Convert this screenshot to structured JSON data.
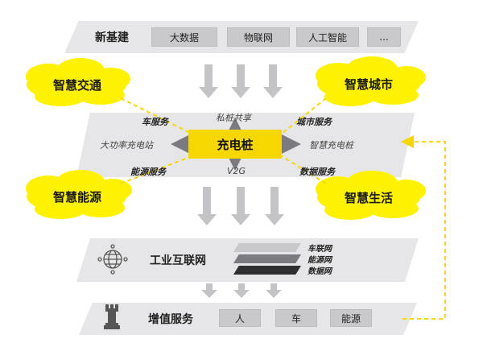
{
  "top": {
    "title": "新基建",
    "items": [
      "大数据",
      "物联网",
      "人工智能",
      "..."
    ]
  },
  "clouds": {
    "traffic": "智慧交通",
    "city": "智慧城市",
    "energy": "智慧能源",
    "life": "智慧生活"
  },
  "hub": {
    "center": "充电桩",
    "top_label": "私桩共享",
    "bottom_label": "V2G",
    "left_label": "大功率充电站",
    "right_label": "智慧充电桩",
    "car_service": "车服务",
    "city_service": "城市服务",
    "energy_service": "能源服务",
    "data_service": "数据服务"
  },
  "industrial": {
    "title": "工业互联网",
    "bars": [
      "车联网",
      "能源网",
      "数据网"
    ],
    "bar_colors": [
      "#c8c8cc",
      "#7a7a80",
      "#2e2e33"
    ],
    "icon": "globe-network-icon"
  },
  "bottom": {
    "title": "增值服务",
    "items": [
      "人",
      "车",
      "能源"
    ],
    "icon": "chess-rook-icon"
  },
  "colors": {
    "accent": "#f7d700",
    "cloud": "#fff200",
    "arrow": "#bdbdc0",
    "layer": "#e6e6e8"
  }
}
